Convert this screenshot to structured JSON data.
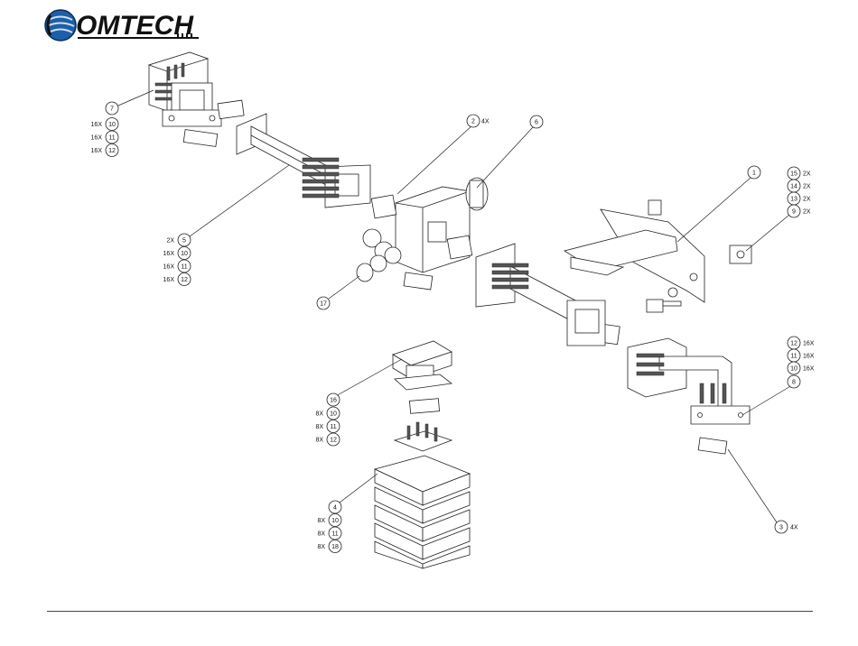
{
  "brand": {
    "name": "OMTECH",
    "logo_text": "COMTECH",
    "colors": {
      "globe": "#1d5fa8",
      "text": "#111111"
    }
  },
  "balloons": [
    {
      "id": "b7",
      "num": "7"
    },
    {
      "id": "b10a",
      "num": "10",
      "qty": "16X"
    },
    {
      "id": "b11a",
      "num": "11",
      "qty": "16X"
    },
    {
      "id": "b12a",
      "num": "12",
      "qty": "16X"
    },
    {
      "id": "b2",
      "num": "2",
      "qty": "4X"
    },
    {
      "id": "b6",
      "num": "6"
    },
    {
      "id": "b1",
      "num": "1"
    },
    {
      "id": "b15",
      "num": "15",
      "qty": "2X"
    },
    {
      "id": "b14",
      "num": "14",
      "qty": "2X"
    },
    {
      "id": "b13",
      "num": "13",
      "qty": "2X"
    },
    {
      "id": "b9",
      "num": "9",
      "qty": "2X"
    },
    {
      "id": "b5",
      "num": "5",
      "qty": "2X"
    },
    {
      "id": "b10b",
      "num": "10",
      "qty": "16X"
    },
    {
      "id": "b11b",
      "num": "11",
      "qty": "16X"
    },
    {
      "id": "b12b",
      "num": "12",
      "qty": "16X"
    },
    {
      "id": "b17",
      "num": "17"
    },
    {
      "id": "b12c",
      "num": "12",
      "qty": "16X"
    },
    {
      "id": "b11c",
      "num": "11",
      "qty": "16X"
    },
    {
      "id": "b10c",
      "num": "10",
      "qty": "16X"
    },
    {
      "id": "b8",
      "num": "8"
    },
    {
      "id": "b16",
      "num": "16"
    },
    {
      "id": "b10d",
      "num": "10",
      "qty": "8X"
    },
    {
      "id": "b11d",
      "num": "11",
      "qty": "8X"
    },
    {
      "id": "b12d",
      "num": "12",
      "qty": "8X"
    },
    {
      "id": "b4",
      "num": "4"
    },
    {
      "id": "b10e",
      "num": "10",
      "qty": "8X"
    },
    {
      "id": "b11e",
      "num": "11",
      "qty": "8X"
    },
    {
      "id": "b18",
      "num": "18",
      "qty": "8X"
    },
    {
      "id": "b3",
      "num": "3",
      "qty": "4X"
    }
  ]
}
